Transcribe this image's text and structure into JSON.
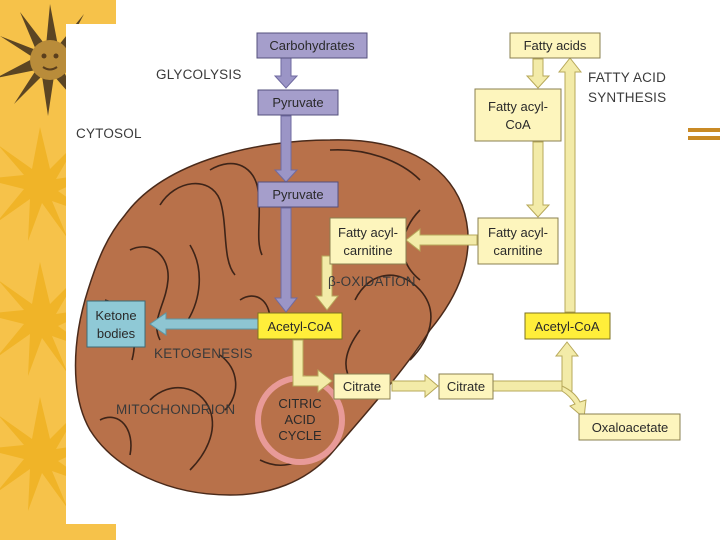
{
  "colors": {
    "border_band": "#f6c24a",
    "sun_ray": "#f0b428",
    "sun_face": "#b98c3a",
    "paper": "#ffffff",
    "mitochondrion": "#b8714a",
    "cristae_line": "#3e2418",
    "glycolysis_box": "#a59ecb",
    "glycolysis_arrow": "#9b95c6",
    "fatty_box": "#fdf5bd",
    "fatty_arrow": "#f3eba8",
    "acetyl_box": "#ffee3a",
    "ketone_box": "#8fc9d6",
    "ketone_arrow": "#8ec5d2",
    "cycle_ring": "#e89a98",
    "accent_bar": "#c98a25"
  },
  "labels": {
    "cytosol": "CYTOSOL",
    "glycolysis": "GLYCOLYSIS",
    "fatty_acid_synthesis_1": "FATTY ACID",
    "fatty_acid_synthesis_2": "SYNTHESIS",
    "beta_oxidation": "β-OXIDATION",
    "ketogenesis": "KETOGENESIS",
    "mitochondrion": "MITOCHONDRION"
  },
  "boxes": {
    "carbohydrates": "Carbohydrates",
    "pyruvate_cytosol": "Pyruvate",
    "pyruvate_mito": "Pyruvate",
    "fatty_acids": "Fatty acids",
    "fatty_acyl_coa_1": "Fatty acyl-",
    "fatty_acyl_coa_2": "CoA",
    "fatty_acylcarnitine_mito_1": "Fatty acyl-",
    "fatty_acylcarnitine_mito_2": "carnitine",
    "fatty_acylcarnitine_cyto_1": "Fatty acyl-",
    "fatty_acylcarnitine_cyto_2": "carnitine",
    "ketone_1": "Ketone",
    "ketone_2": "bodies",
    "acetyl_coa_mito": "Acetyl-CoA",
    "acetyl_coa_cyto": "Acetyl-CoA",
    "citrate_mito": "Citrate",
    "citrate_cyto": "Citrate",
    "oxaloacetate": "Oxaloacetate"
  },
  "cycle": {
    "line1": "CITRIC",
    "line2": "ACID",
    "line3": "CYCLE"
  }
}
